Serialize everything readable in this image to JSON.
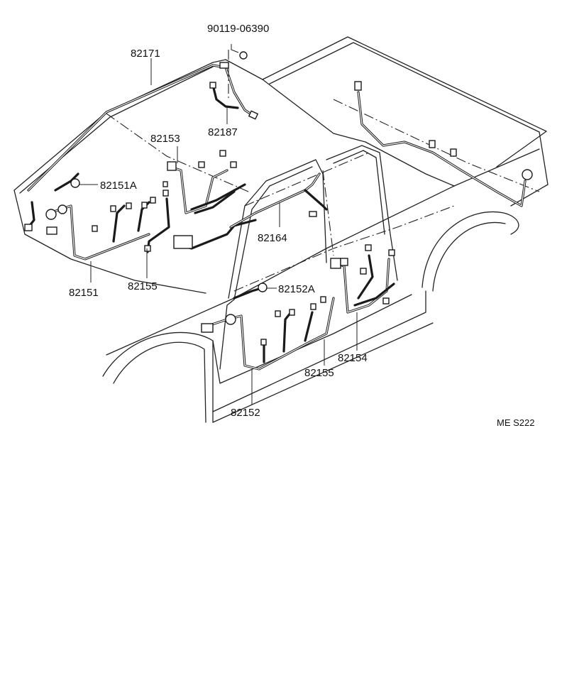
{
  "labels": {
    "clip": "90119-06390",
    "roof": "82171",
    "dome": "82187",
    "frontUpper": "82153",
    "frontHarnessA": "82151A",
    "frontHarness": "82151",
    "frontLower": "82155",
    "pillar": "82164",
    "rearHarnessA": "82152A",
    "rearHarness": "82152",
    "rearLower": "82155",
    "rearUpper": "82154"
  },
  "code": "ME S222"
}
